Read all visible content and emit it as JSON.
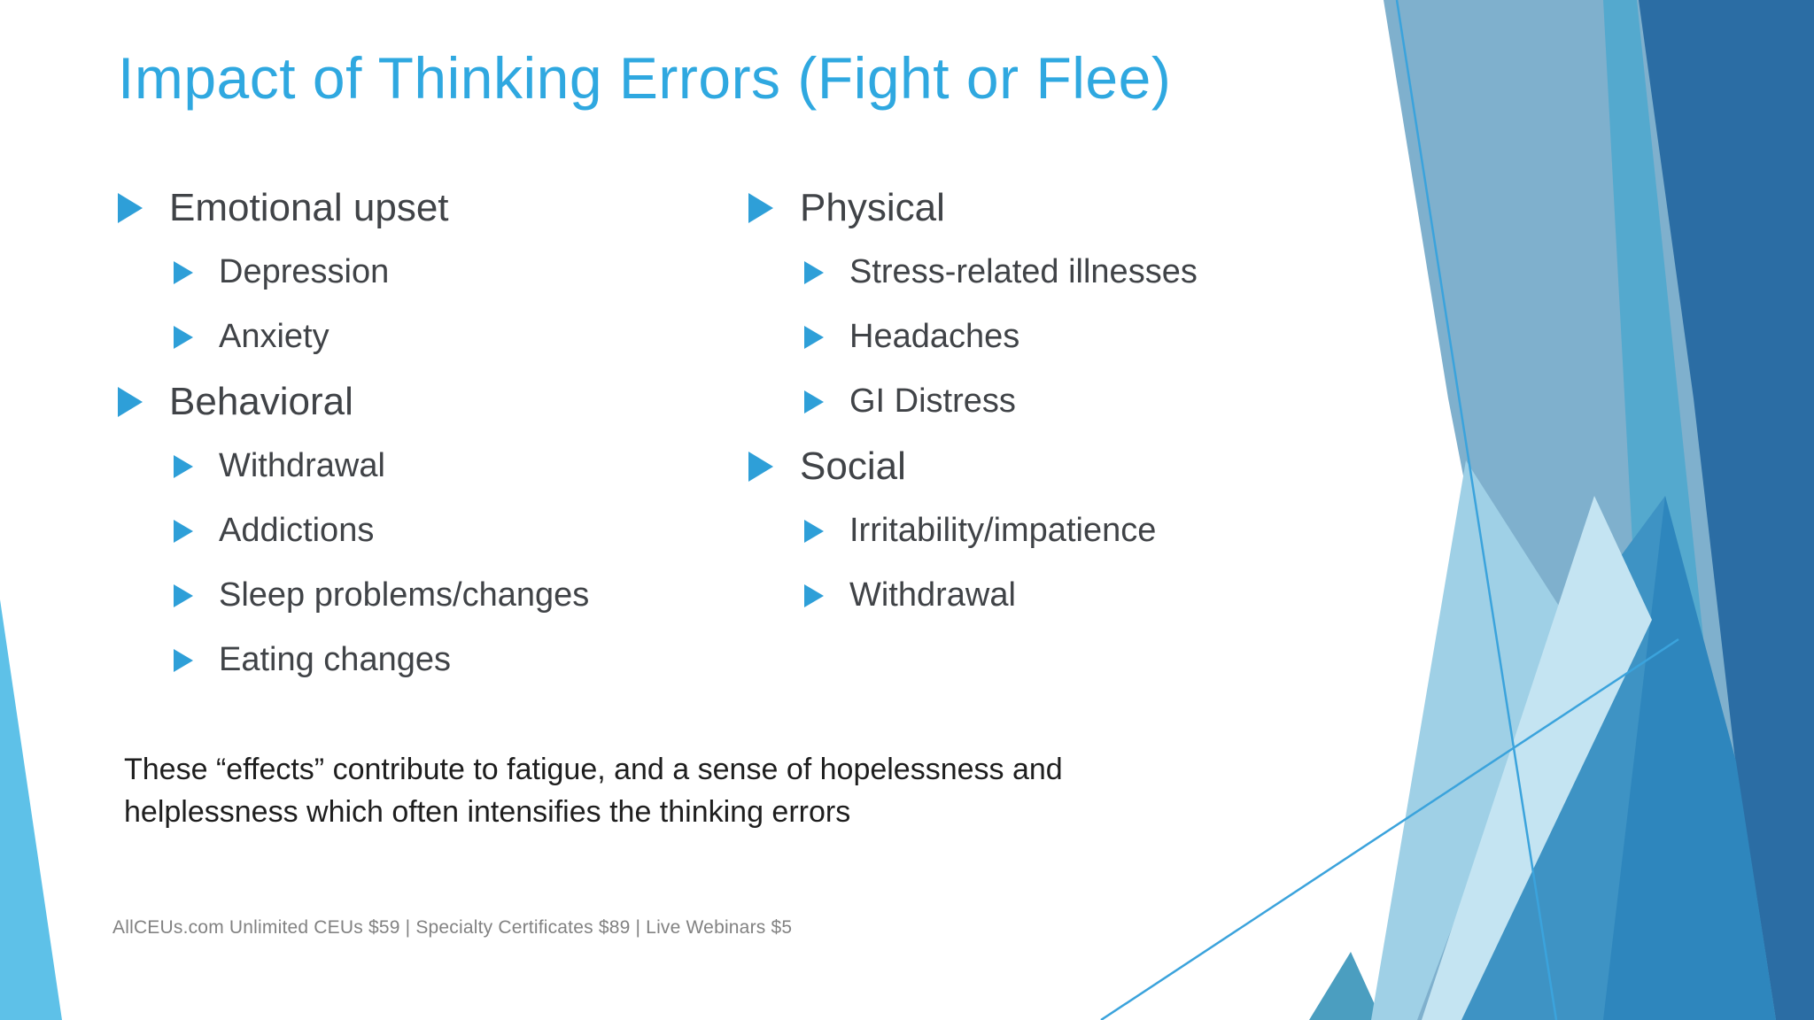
{
  "slide": {
    "title": "Impact of Thinking Errors (Fight or Flee)",
    "columns": [
      {
        "items": [
          {
            "text": "Emotional upset",
            "level": 1
          },
          {
            "text": "Depression",
            "level": 2
          },
          {
            "text": "Anxiety",
            "level": 2
          },
          {
            "text": "Behavioral",
            "level": 1
          },
          {
            "text": "Withdrawal",
            "level": 2
          },
          {
            "text": "Addictions",
            "level": 2
          },
          {
            "text": "Sleep problems/changes",
            "level": 2
          },
          {
            "text": "Eating changes",
            "level": 2
          }
        ]
      },
      {
        "items": [
          {
            "text": "Physical",
            "level": 1
          },
          {
            "text": "Stress-related illnesses",
            "level": 2
          },
          {
            "text": "Headaches",
            "level": 2
          },
          {
            "text": "GI Distress",
            "level": 2
          },
          {
            "text": "Social",
            "level": 1
          },
          {
            "text": "Irritability/impatience",
            "level": 2
          },
          {
            "text": "Withdrawal",
            "level": 2
          }
        ]
      }
    ],
    "note_lines": [
      "These “effects” contribute to fatigue, and a sense of hopelessness and",
      "helplessness which often intensifies the thinking errors"
    ],
    "footer": "AllCEUs.com Unlimited CEUs $59 | Specialty Certificates $89 | Live Webinars $5",
    "colors": {
      "title_blue": "#2FA8E0",
      "bullet_blue": "#2E9FD8",
      "body_text": "#404347",
      "note_text": "#1E1E1E",
      "footer_gray": "#828282",
      "corner_wedge": "#5EC1E8",
      "design_base": "#7FB0CD",
      "design_dark": "#2B6DA4",
      "design_teal": "#54A9CE",
      "design_mid": "#3E93C4",
      "design_deep": "#2E86BD",
      "design_pale_a": "#9FD0E6",
      "design_pale_b": "#C4E4F2",
      "design_bottom_tri": "#4B9EC0",
      "design_line": "#3BA3DC"
    }
  }
}
